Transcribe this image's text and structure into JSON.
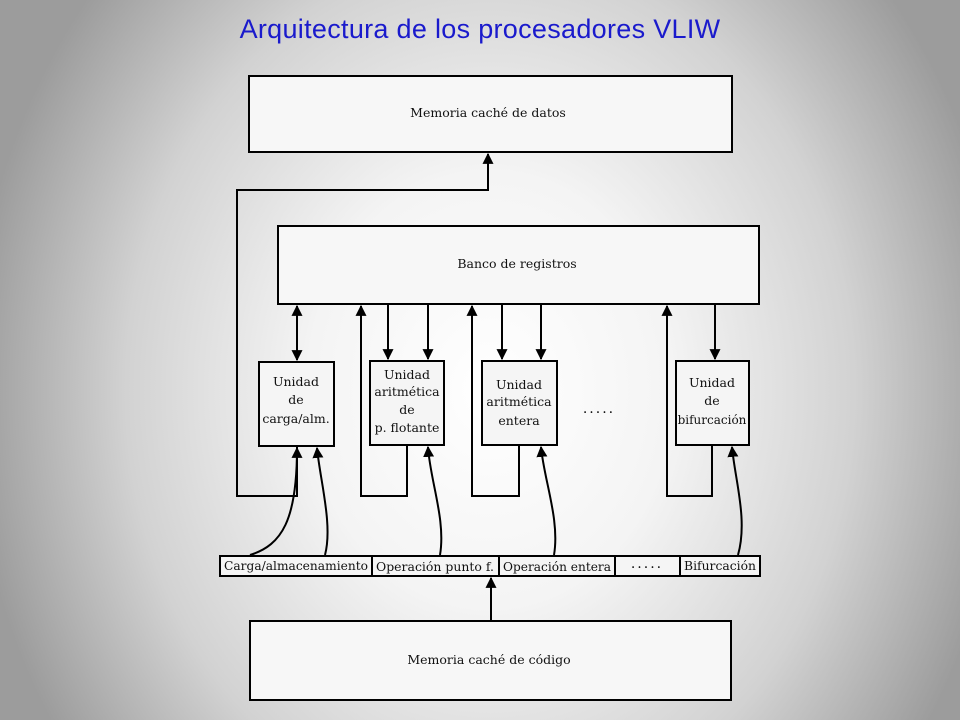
{
  "title": "Arquitectura de los procesadores VLIW",
  "blocks": {
    "data_cache": "Memoria caché de datos",
    "register_bank": "Banco de registros",
    "code_cache": "Memoria  caché de código"
  },
  "units": {
    "load_store": [
      "Unidad",
      "de",
      "carga/alm."
    ],
    "float_arith": [
      "Unidad",
      "aritmética",
      "de",
      "p. flotante"
    ],
    "int_arith": [
      "Unidad",
      "aritmética",
      "entera"
    ],
    "ellipsis": ".....",
    "branch": [
      "Unidad",
      "de",
      "bifurcación"
    ]
  },
  "instruction_fields": {
    "load_store": "Carga/almacenamiento",
    "float_op": "Operación punto f.",
    "int_op": "Operación entera",
    "ellipsis": ".....",
    "branch": "Bifurcación"
  }
}
